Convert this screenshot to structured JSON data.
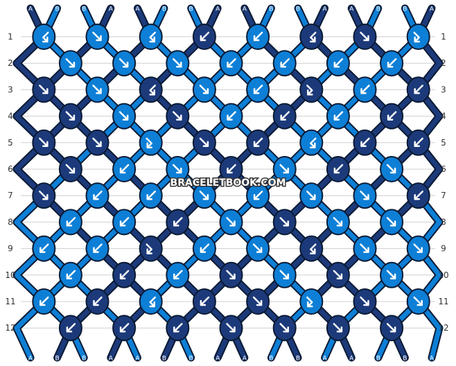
{
  "pattern": {
    "site_watermark": "BRACELETBOOK.COM",
    "strand_labels": [
      "A",
      "B",
      "B",
      "A",
      "A",
      "B",
      "B",
      "A",
      "A",
      "B",
      "B",
      "A",
      "A",
      "B",
      "B",
      "A"
    ],
    "colors": {
      "A": "#1c3a7a",
      "B": "#0d7fd6",
      "outline": "#0a1a33",
      "grid_line": "#cfcfcf",
      "knot_arrow": "#ffffff"
    },
    "row_numbers": [
      "1",
      "2",
      "3",
      "4",
      "5",
      "6",
      "7",
      "8",
      "9",
      "10",
      "11",
      "12"
    ],
    "knot_types": [
      [
        "bf",
        "f",
        "bf",
        "b",
        "b",
        "bf",
        "f",
        "fb"
      ],
      [
        "f",
        "f",
        "f",
        "b",
        "b",
        "b",
        "b"
      ],
      [
        "f",
        "f",
        "bf",
        "f",
        "b",
        "fb",
        "b",
        "b"
      ],
      [
        "f",
        "f",
        "f",
        "b",
        "b",
        "b",
        "b"
      ],
      [
        "f",
        "f",
        "fb",
        "f",
        "b",
        "bf",
        "b",
        "b"
      ],
      [
        "f",
        "b",
        "f",
        "b",
        "f",
        "b",
        "f"
      ],
      [
        "f",
        "b",
        "b",
        "f",
        "b",
        "f",
        "f",
        "b"
      ],
      [
        "b",
        "b",
        "b",
        "f",
        "f",
        "f",
        "f"
      ],
      [
        "b",
        "b",
        "fb",
        "b",
        "f",
        "bf",
        "f",
        "f"
      ],
      [
        "b",
        "b",
        "b",
        "f",
        "f",
        "f",
        "f"
      ],
      [
        "b",
        "b",
        "bf",
        "b",
        "f",
        "fb",
        "f",
        "f"
      ],
      [
        "b",
        "b",
        "b",
        "f",
        "f",
        "f",
        "f"
      ]
    ]
  }
}
